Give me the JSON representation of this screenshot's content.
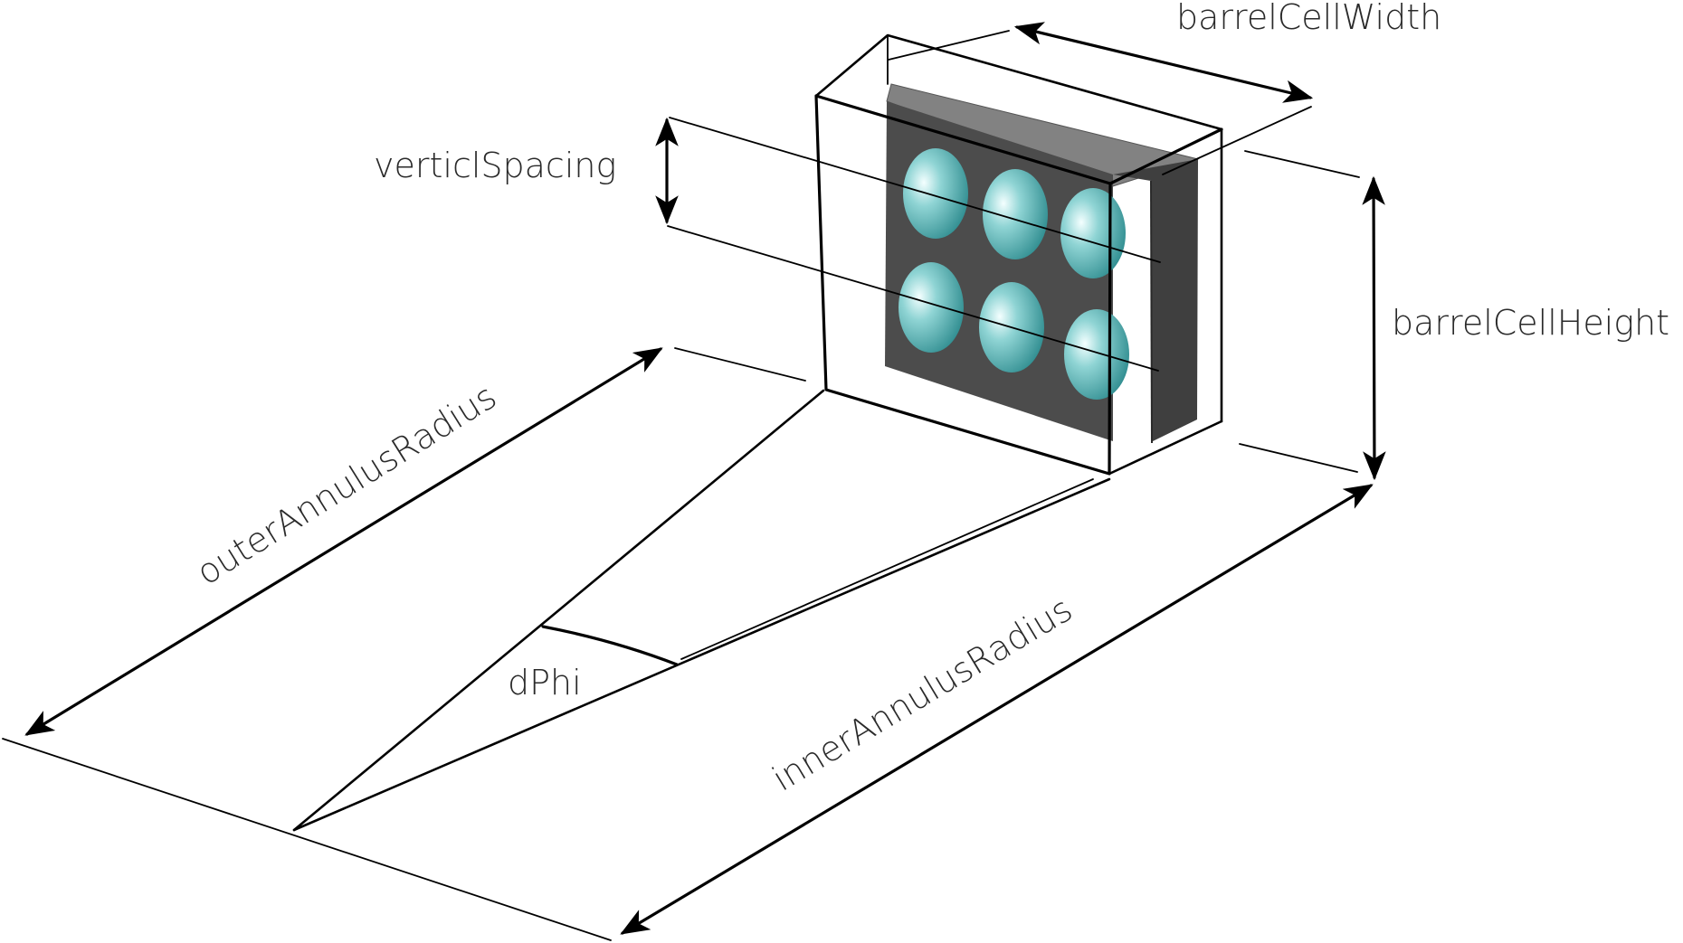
{
  "labels": {
    "barrel_cell_width": "barrelCellWidth",
    "vertical_spacing": "verticlSpacing",
    "barrel_cell_height": "barrelCellHeight",
    "outer_annulus_radius": "outerAnnulusRadius",
    "inner_annulus_radius": "innerAnnulusRadius",
    "d_phi": "dPhi"
  },
  "colors": {
    "module_front": "#4a4a4a",
    "module_top": "#808080",
    "module_side": "#3d3d3d",
    "sphere_light": "#e2f7f7",
    "sphere_mid": "#7ec8c8",
    "sphere_dark": "#2f8f92",
    "line": "#000000",
    "text": "#2a2a2a"
  },
  "spheres": {
    "rows": 2,
    "columns": 3
  }
}
